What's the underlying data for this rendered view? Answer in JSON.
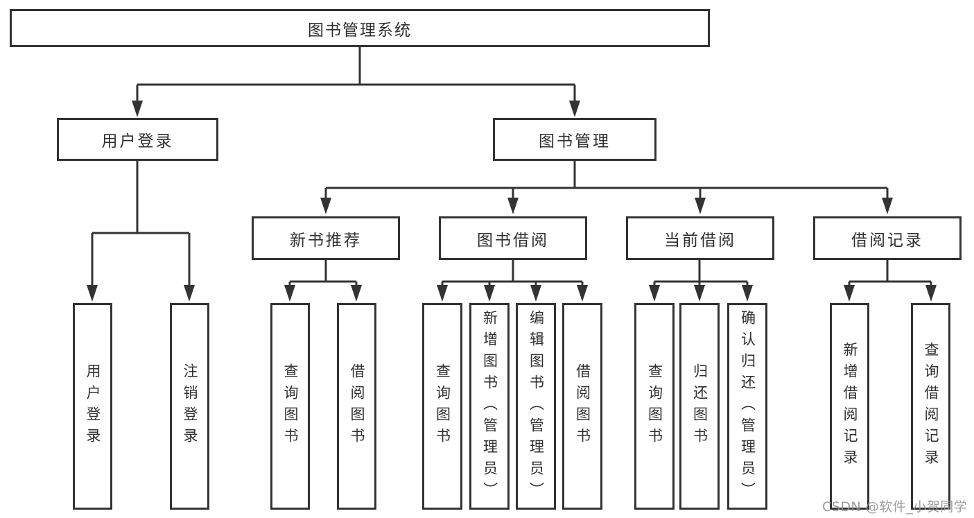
{
  "page": {
    "background": "#ffffff",
    "line_color": "#333333",
    "text_color": "#2f2f2f",
    "watermark_color": "#919191"
  },
  "nodes": {
    "root": {
      "label": "图书管理系统"
    },
    "user_login": {
      "label": "用户登录"
    },
    "book_mgmt": {
      "label": "图书管理"
    },
    "new_book_recommend": {
      "label": "新书推荐"
    },
    "book_borrow": {
      "label": "图书借阅"
    },
    "current_borrow": {
      "label": "当前借阅"
    },
    "borrow_records": {
      "label": "借阅记录"
    },
    "leaf_user_login": {
      "label": "用户登录"
    },
    "leaf_logout": {
      "label": "注销登录"
    },
    "leaf_query_books_recommend": {
      "label": "查询图书"
    },
    "leaf_borrow_books_recommend": {
      "label": "借阅图书"
    },
    "leaf_query_books_borrow": {
      "label": "查询图书"
    },
    "leaf_add_books": {
      "label": "新增图书（管理员）"
    },
    "leaf_edit_books": {
      "label": "编辑图书（管理员）"
    },
    "leaf_borrow_books_borrow": {
      "label": "借阅图书"
    },
    "leaf_query_books_current": {
      "label": "查询图书"
    },
    "leaf_return_books": {
      "label": "归还图书"
    },
    "leaf_confirm_return": {
      "label": "确认归还（管理员）"
    },
    "leaf_add_borrow_record": {
      "label": "新增借阅记录"
    },
    "leaf_query_borrow_record": {
      "label": "查询借阅记录"
    }
  },
  "hierarchy": {
    "图书管理系统": {
      "用户登录": [
        "用户登录",
        "注销登录"
      ],
      "图书管理": {
        "新书推荐": [
          "查询图书",
          "借阅图书"
        ],
        "图书借阅": [
          "查询图书",
          "新增图书（管理员）",
          "编辑图书（管理员）",
          "借阅图书"
        ],
        "当前借阅": [
          "查询图书",
          "归还图书",
          "确认归还（管理员）"
        ],
        "借阅记录": [
          "新增借阅记录",
          "查询借阅记录"
        ]
      }
    }
  },
  "watermark": {
    "text": "CSDN @软件_小贺同学"
  }
}
